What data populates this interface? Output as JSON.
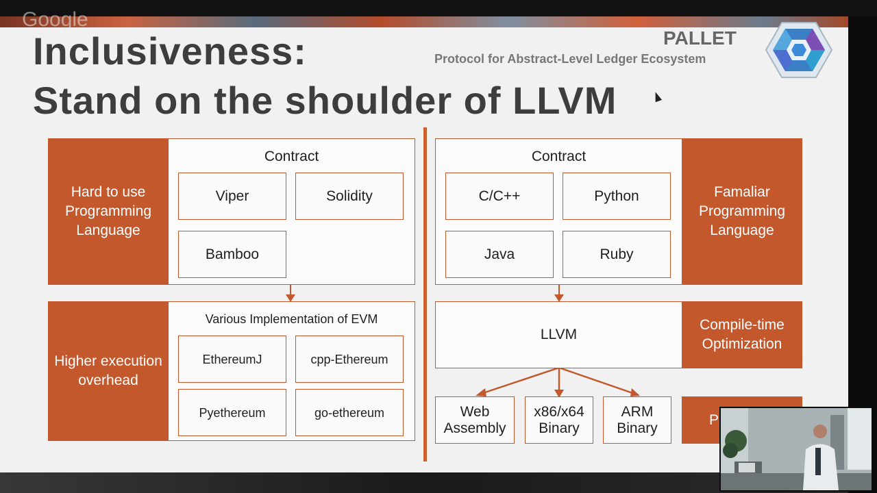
{
  "brand": {
    "text": "Google"
  },
  "slide": {
    "title_line1": "Inclusiveness:",
    "title_line2": "Stand on the shoulder of LLVM",
    "pallet": "PALLET",
    "pallet_subtitle": "Protocol for Abstract-Level Ledger Ecosystem"
  },
  "left": {
    "label_top": "Hard to use Programming Language",
    "contract_title": "Contract",
    "contract_items": [
      "Viper",
      "Solidity",
      "Bamboo"
    ],
    "label_bottom": "Higher execution overhead",
    "evm_title": "Various Implementation of EVM",
    "evm_items": [
      "EthereumJ",
      "cpp-Ethereum",
      "Pyethereum",
      "go-ethereum"
    ]
  },
  "right": {
    "contract_title": "Contract",
    "contract_items": [
      "C/C++",
      "Python",
      "Java",
      "Ruby"
    ],
    "label_top": "Famaliar Programming Language",
    "llvm": "LLVM",
    "label_mid": "Compile-time Optimization",
    "targets": [
      "Web Assembly",
      "x86/x64 Binary",
      "ARM Binary"
    ],
    "label_bottom_partial": "P"
  },
  "colors": {
    "accent": "#c3582d",
    "divider": "#c8622f",
    "title": "#3d3d3d"
  }
}
